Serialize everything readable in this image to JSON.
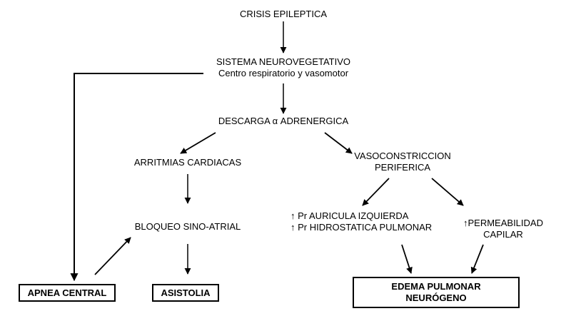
{
  "nodes": {
    "crisis": "CRISIS EPILEPTICA",
    "sistema": "SISTEMA NEUROVEGETATIVO",
    "centro": "Centro respiratorio y vasomotor",
    "descarga": "DESCARGA α ADRENERGICA",
    "arritmias": "ARRITMIAS CARDIACAS",
    "vaso_line1": "VASOCONSTRICCION",
    "vaso_line2": "PERIFERICA",
    "bloqueo": "BLOQUEO SINO-ATRIAL",
    "auricula": "↑ Pr AURICULA IZQUIERDA",
    "hidrostatica": "↑ Pr HIDROSTATICA PULMONAR",
    "permeab_line1": "↑PERMEABILIDAD",
    "permeab_line2": "CAPILAR",
    "apnea": "APNEA CENTRAL",
    "asistolia": "ASISTOLIA",
    "edema_line1": "EDEMA PULMONAR",
    "edema_line2": "NEURÓGENO"
  }
}
